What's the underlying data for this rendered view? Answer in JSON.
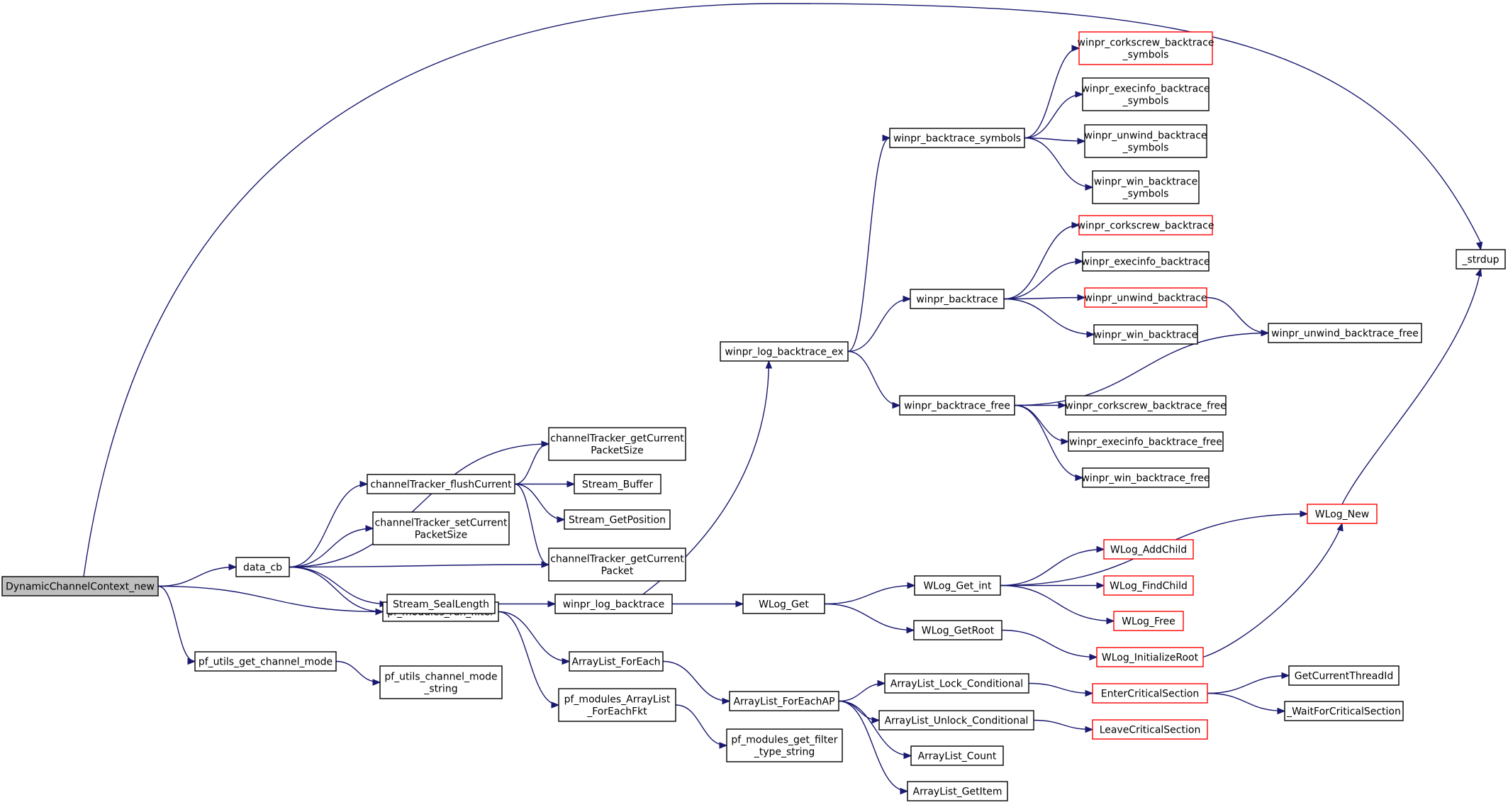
{
  "colors": {
    "edge": "#191970",
    "root_fill": "#bfbfbf",
    "external_border": "#ff0000",
    "border": "#000000"
  },
  "nodes": {
    "root": {
      "lines": [
        "DynamicChannelContext_new"
      ],
      "style": "root"
    },
    "data_cb": {
      "lines": [
        "data_cb"
      ]
    },
    "pf_utils_get_channel_mode": {
      "lines": [
        "pf_utils_get_channel_mode"
      ]
    },
    "pf_utils_channel_mode_string": {
      "lines": [
        "pf_utils_channel_mode",
        "_string"
      ]
    },
    "pf_modules_run_filter": {
      "lines": [
        "pf_modules_run_filter"
      ]
    },
    "channelTracker_flushCurrent": {
      "lines": [
        "channelTracker_flushCurrent"
      ]
    },
    "channelTracker_setCurrentPacketSize": {
      "lines": [
        "channelTracker_setCurrent",
        "PacketSize"
      ]
    },
    "Stream_SealLength": {
      "lines": [
        "Stream_SealLength"
      ]
    },
    "channelTracker_getCurrentPacketSize": {
      "lines": [
        "channelTracker_getCurrent",
        "PacketSize"
      ]
    },
    "Stream_Buffer": {
      "lines": [
        "Stream_Buffer"
      ]
    },
    "Stream_GetPosition": {
      "lines": [
        "Stream_GetPosition"
      ]
    },
    "channelTracker_getCurrentPacket": {
      "lines": [
        "channelTracker_getCurrent",
        "Packet"
      ]
    },
    "winpr_log_backtrace": {
      "lines": [
        "winpr_log_backtrace"
      ]
    },
    "ArrayList_ForEach": {
      "lines": [
        "ArrayList_ForEach"
      ]
    },
    "pf_modules_ArrayList_ForEachFkt": {
      "lines": [
        "pf_modules_ArrayList",
        "_ForEachFkt"
      ]
    },
    "winpr_log_backtrace_ex": {
      "lines": [
        "winpr_log_backtrace_ex"
      ]
    },
    "WLog_Get": {
      "lines": [
        "WLog_Get"
      ]
    },
    "ArrayList_ForEachAP": {
      "lines": [
        "ArrayList_ForEachAP"
      ]
    },
    "pf_modules_get_filter_type_string": {
      "lines": [
        "pf_modules_get_filter",
        "_type_string"
      ]
    },
    "winpr_backtrace_symbols": {
      "lines": [
        "winpr_backtrace_symbols"
      ]
    },
    "winpr_backtrace": {
      "lines": [
        "winpr_backtrace"
      ]
    },
    "winpr_backtrace_free": {
      "lines": [
        "winpr_backtrace_free"
      ]
    },
    "WLog_Get_int": {
      "lines": [
        "WLog_Get_int"
      ]
    },
    "WLog_GetRoot": {
      "lines": [
        "WLog_GetRoot"
      ]
    },
    "ArrayList_Lock_Conditional": {
      "lines": [
        "ArrayList_Lock_Conditional"
      ]
    },
    "ArrayList_Unlock_Conditional": {
      "lines": [
        "ArrayList_Unlock_Conditional"
      ]
    },
    "ArrayList_Count": {
      "lines": [
        "ArrayList_Count"
      ]
    },
    "ArrayList_GetItem": {
      "lines": [
        "ArrayList_GetItem"
      ]
    },
    "winpr_corkscrew_backtrace_symbols": {
      "lines": [
        "winpr_corkscrew_backtrace",
        "_symbols"
      ],
      "style": "red"
    },
    "winpr_execinfo_backtrace_symbols": {
      "lines": [
        "winpr_execinfo_backtrace",
        "_symbols"
      ]
    },
    "winpr_unwind_backtrace_symbols": {
      "lines": [
        "winpr_unwind_backtrace",
        "_symbols"
      ]
    },
    "winpr_win_backtrace_symbols": {
      "lines": [
        "winpr_win_backtrace",
        "_symbols"
      ]
    },
    "winpr_corkscrew_backtrace": {
      "lines": [
        "winpr_corkscrew_backtrace"
      ],
      "style": "red"
    },
    "winpr_execinfo_backtrace": {
      "lines": [
        "winpr_execinfo_backtrace"
      ]
    },
    "winpr_unwind_backtrace": {
      "lines": [
        "winpr_unwind_backtrace"
      ],
      "style": "red"
    },
    "winpr_win_backtrace": {
      "lines": [
        "winpr_win_backtrace"
      ]
    },
    "winpr_corkscrew_backtrace_free": {
      "lines": [
        "winpr_corkscrew_backtrace_free"
      ]
    },
    "winpr_execinfo_backtrace_free": {
      "lines": [
        "winpr_execinfo_backtrace_free"
      ]
    },
    "winpr_win_backtrace_free": {
      "lines": [
        "winpr_win_backtrace_free"
      ]
    },
    "WLog_New": {
      "lines": [
        "WLog_New"
      ],
      "style": "red"
    },
    "WLog_AddChild": {
      "lines": [
        "WLog_AddChild"
      ],
      "style": "red"
    },
    "WLog_FindChild": {
      "lines": [
        "WLog_FindChild"
      ],
      "style": "red"
    },
    "WLog_Free": {
      "lines": [
        "WLog_Free"
      ],
      "style": "red"
    },
    "WLog_InitializeRoot": {
      "lines": [
        "WLog_InitializeRoot"
      ],
      "style": "red"
    },
    "EnterCriticalSection": {
      "lines": [
        "EnterCriticalSection"
      ],
      "style": "red"
    },
    "LeaveCriticalSection": {
      "lines": [
        "LeaveCriticalSection"
      ],
      "style": "red"
    },
    "winpr_unwind_backtrace_free": {
      "lines": [
        "winpr_unwind_backtrace_free"
      ]
    },
    "strdup": {
      "lines": [
        "_strdup"
      ]
    },
    "GetCurrentThreadId": {
      "lines": [
        "GetCurrentThreadId"
      ]
    },
    "WaitForCriticalSection": {
      "lines": [
        "_WaitForCriticalSection"
      ]
    }
  },
  "edges": [
    [
      "root",
      "strdup"
    ],
    [
      "root",
      "data_cb"
    ],
    [
      "root",
      "pf_modules_run_filter"
    ],
    [
      "root",
      "pf_utils_get_channel_mode"
    ],
    [
      "data_cb",
      "channelTracker_getCurrentPacketSize"
    ],
    [
      "data_cb",
      "channelTracker_flushCurrent"
    ],
    [
      "data_cb",
      "channelTracker_setCurrentPacketSize"
    ],
    [
      "data_cb",
      "channelTracker_getCurrentPacket"
    ],
    [
      "data_cb",
      "Stream_SealLength"
    ],
    [
      "data_cb",
      "pf_modules_run_filter"
    ],
    [
      "channelTracker_flushCurrent",
      "channelTracker_getCurrentPacketSize"
    ],
    [
      "channelTracker_flushCurrent",
      "Stream_Buffer"
    ],
    [
      "channelTracker_flushCurrent",
      "Stream_GetPosition"
    ],
    [
      "channelTracker_flushCurrent",
      "channelTracker_getCurrentPacket"
    ],
    [
      "Stream_SealLength",
      "winpr_log_backtrace"
    ],
    [
      "winpr_log_backtrace",
      "winpr_log_backtrace_ex"
    ],
    [
      "winpr_log_backtrace",
      "WLog_Get"
    ],
    [
      "winpr_log_backtrace_ex",
      "winpr_backtrace_symbols"
    ],
    [
      "winpr_log_backtrace_ex",
      "winpr_backtrace"
    ],
    [
      "winpr_log_backtrace_ex",
      "winpr_backtrace_free"
    ],
    [
      "winpr_backtrace_symbols",
      "winpr_corkscrew_backtrace_symbols"
    ],
    [
      "winpr_backtrace_symbols",
      "winpr_execinfo_backtrace_symbols"
    ],
    [
      "winpr_backtrace_symbols",
      "winpr_unwind_backtrace_symbols"
    ],
    [
      "winpr_backtrace_symbols",
      "winpr_win_backtrace_symbols"
    ],
    [
      "winpr_backtrace",
      "winpr_corkscrew_backtrace"
    ],
    [
      "winpr_backtrace",
      "winpr_execinfo_backtrace"
    ],
    [
      "winpr_backtrace",
      "winpr_unwind_backtrace"
    ],
    [
      "winpr_backtrace",
      "winpr_win_backtrace"
    ],
    [
      "winpr_unwind_backtrace",
      "winpr_unwind_backtrace_free"
    ],
    [
      "winpr_backtrace_free",
      "winpr_unwind_backtrace_free"
    ],
    [
      "winpr_backtrace_free",
      "winpr_corkscrew_backtrace_free"
    ],
    [
      "winpr_backtrace_free",
      "winpr_execinfo_backtrace_free"
    ],
    [
      "winpr_backtrace_free",
      "winpr_win_backtrace_free"
    ],
    [
      "WLog_Get",
      "WLog_Get_int"
    ],
    [
      "WLog_Get",
      "WLog_GetRoot"
    ],
    [
      "WLog_Get_int",
      "WLog_New"
    ],
    [
      "WLog_Get_int",
      "WLog_AddChild"
    ],
    [
      "WLog_Get_int",
      "WLog_FindChild"
    ],
    [
      "WLog_Get_int",
      "WLog_Free"
    ],
    [
      "WLog_GetRoot",
      "WLog_InitializeRoot"
    ],
    [
      "WLog_InitializeRoot",
      "WLog_New"
    ],
    [
      "WLog_New",
      "strdup"
    ],
    [
      "pf_utils_get_channel_mode",
      "pf_utils_channel_mode_string"
    ],
    [
      "pf_modules_run_filter",
      "ArrayList_ForEach"
    ],
    [
      "pf_modules_run_filter",
      "pf_modules_ArrayList_ForEachFkt"
    ],
    [
      "ArrayList_ForEach",
      "ArrayList_ForEachAP"
    ],
    [
      "pf_modules_ArrayList_ForEachFkt",
      "pf_modules_get_filter_type_string"
    ],
    [
      "ArrayList_ForEachAP",
      "ArrayList_Lock_Conditional"
    ],
    [
      "ArrayList_ForEachAP",
      "ArrayList_Unlock_Conditional"
    ],
    [
      "ArrayList_ForEachAP",
      "ArrayList_Count"
    ],
    [
      "ArrayList_ForEachAP",
      "ArrayList_GetItem"
    ],
    [
      "ArrayList_Lock_Conditional",
      "EnterCriticalSection"
    ],
    [
      "ArrayList_Unlock_Conditional",
      "LeaveCriticalSection"
    ],
    [
      "EnterCriticalSection",
      "GetCurrentThreadId"
    ],
    [
      "EnterCriticalSection",
      "WaitForCriticalSection"
    ]
  ]
}
